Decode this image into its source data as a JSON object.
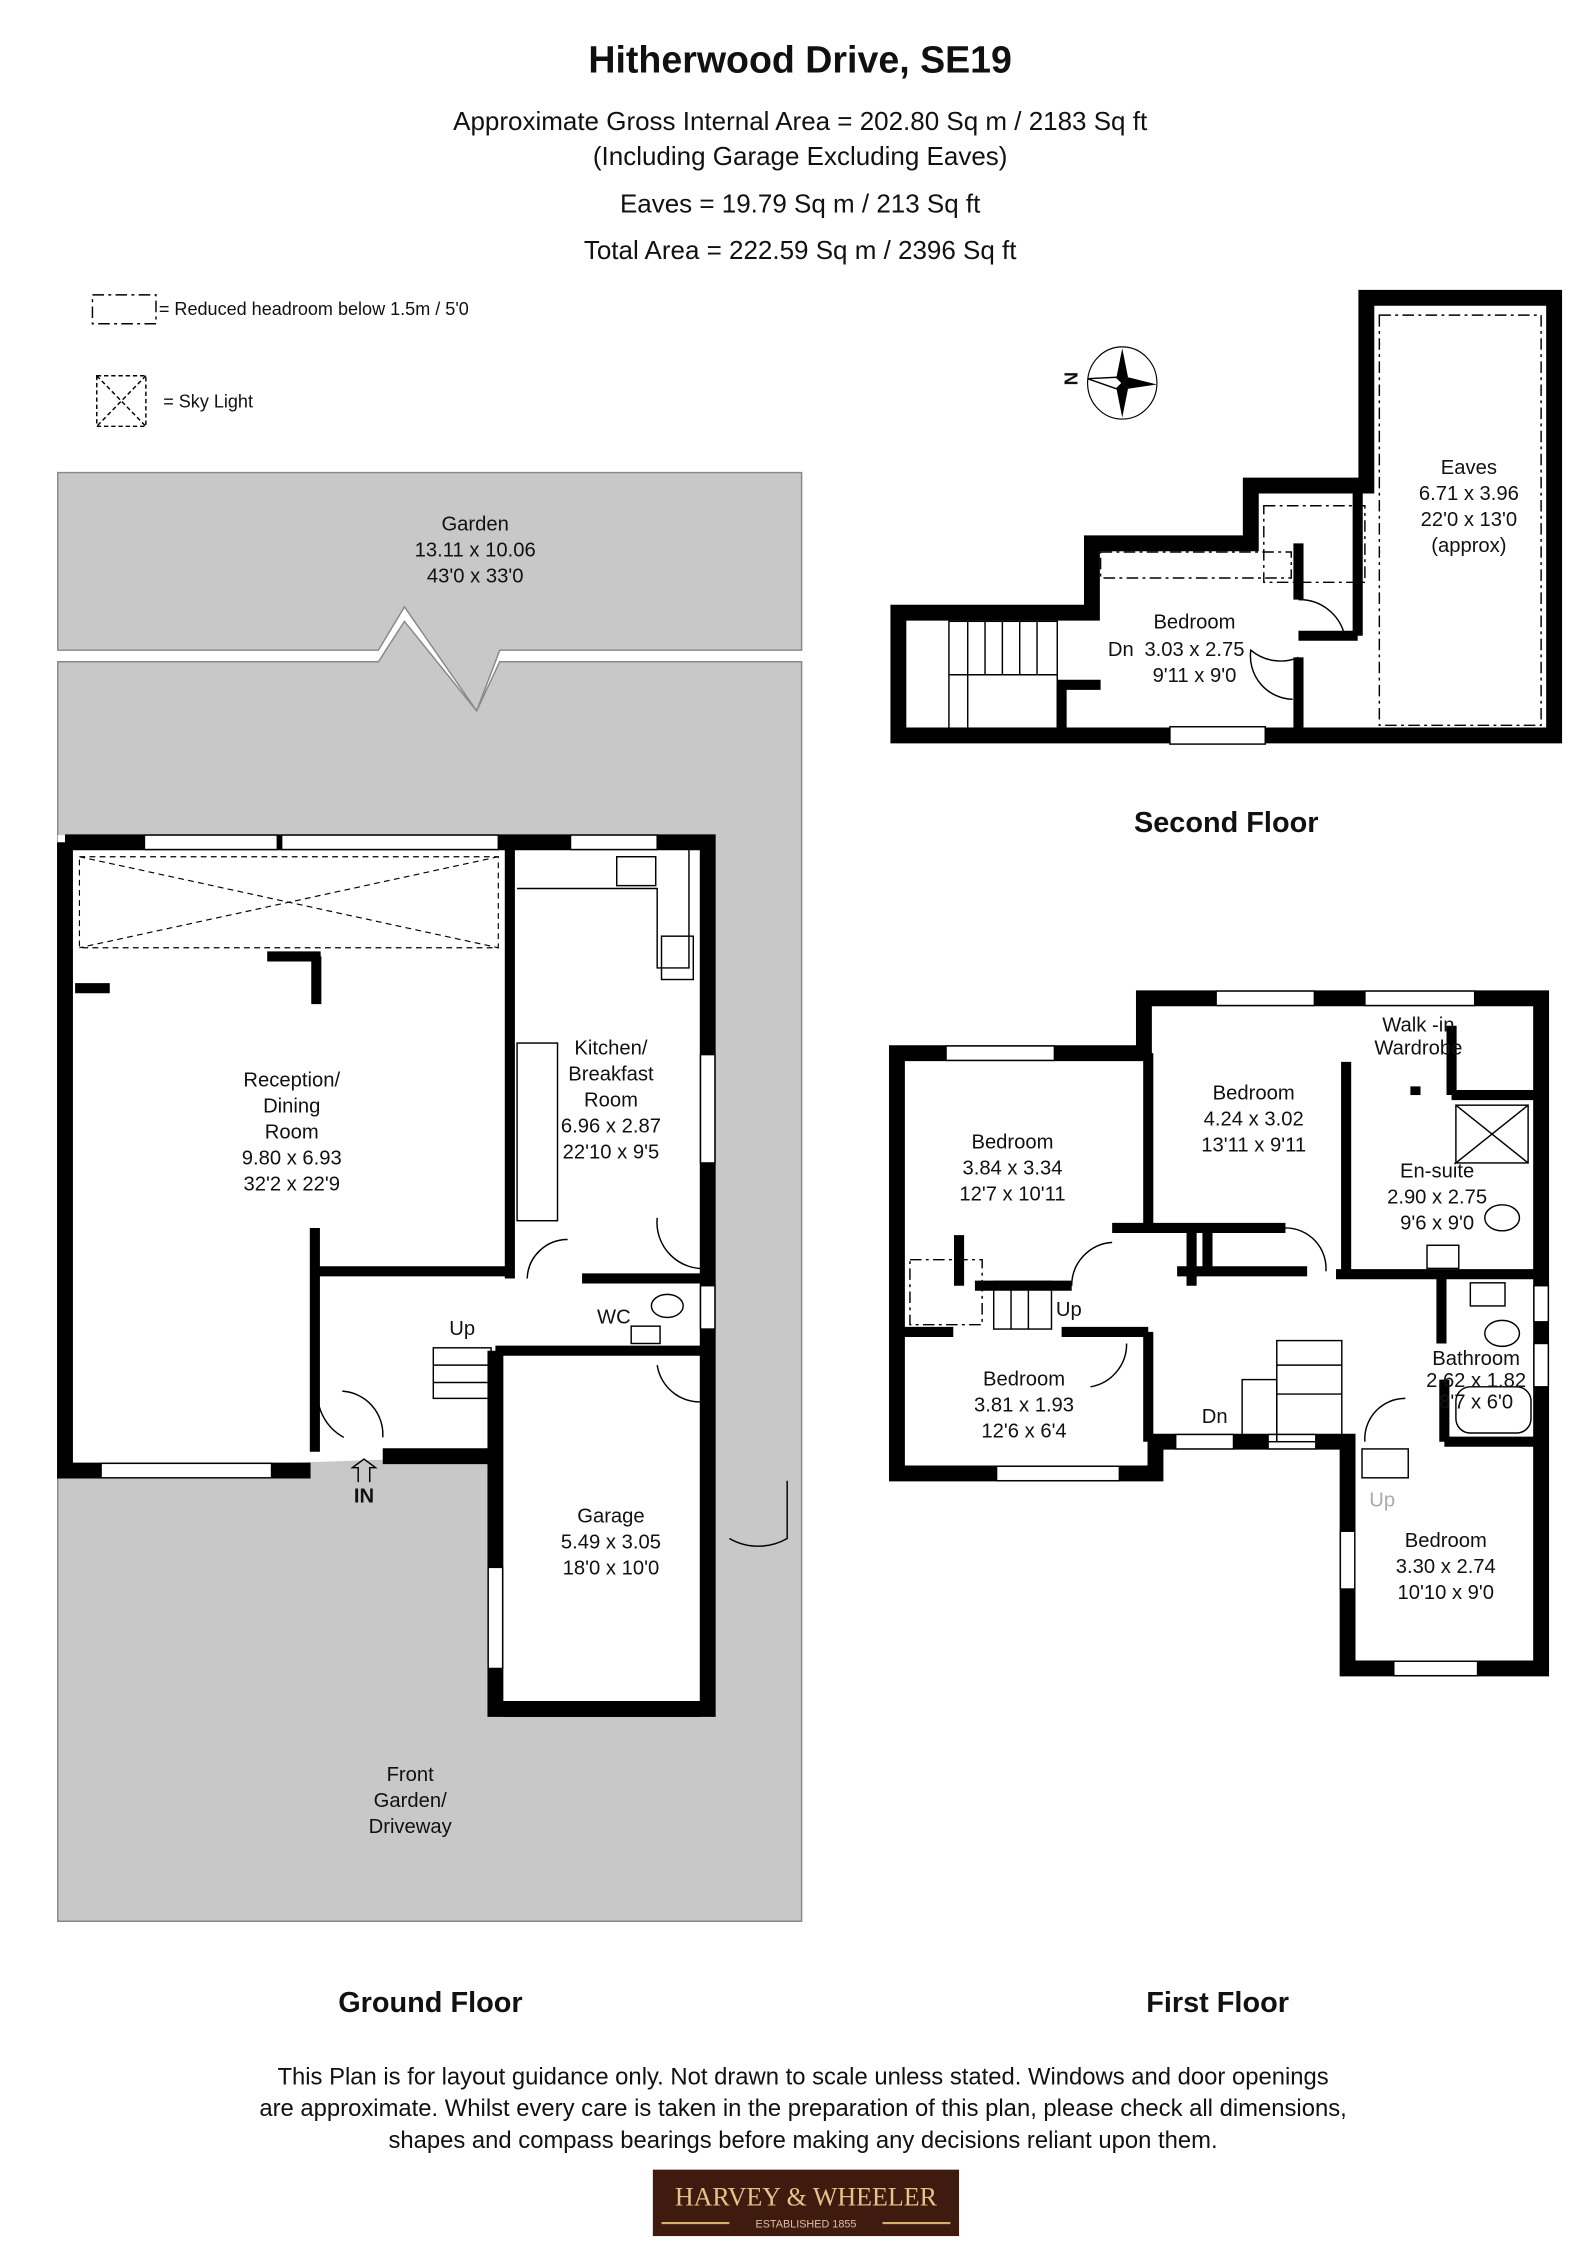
{
  "header": {
    "title": "Hitherwood Drive, SE19",
    "gross_area": "Approximate Gross Internal Area = 202.80 Sq m / 2183 Sq ft",
    "gross_note": "(Including Garage Excluding Eaves)",
    "eaves_area": "Eaves = 19.79 Sq m / 213 Sq ft",
    "total_area": "Total Area = 222.59 Sq m / 2396 Sq ft"
  },
  "legend": {
    "reduced_headroom": "= Reduced headroom below 1.5m / 5'0",
    "sky_light": "= Sky Light"
  },
  "compass": {
    "label": "N"
  },
  "ground_floor": {
    "label": "Ground Floor",
    "garden": [
      "Garden",
      "13.11 x 10.06",
      "43'0 x 33'0"
    ],
    "reception": [
      "Reception/",
      "Dining",
      "Room",
      "9.80 x 6.93",
      "32'2 x 22'9"
    ],
    "kitchen": [
      "Kitchen/",
      "Breakfast",
      "Room",
      "6.96 x 2.87",
      "22'10 x 9'5"
    ],
    "up": "Up",
    "wc": "WC",
    "in": "IN",
    "garage": [
      "Garage",
      "5.49 x 3.05",
      "18'0 x 10'0"
    ],
    "front": [
      "Front",
      "Garden/",
      "Driveway"
    ]
  },
  "second_floor": {
    "label": "Second Floor",
    "bedroom": [
      "Bedroom",
      "3.03 x 2.75",
      "9'11 x 9'0"
    ],
    "dn": "Dn",
    "eaves": [
      "Eaves",
      "6.71 x 3.96",
      "22'0 x 13'0",
      "(approx)"
    ]
  },
  "first_floor": {
    "label": "First Floor",
    "bedroom_a": [
      "Bedroom",
      "3.84 x 3.34",
      "12'7 x 10'11"
    ],
    "bedroom_b": [
      "Bedroom",
      "4.24 x 3.02",
      "13'11 x 9'11"
    ],
    "wardrobe": [
      "Walk -in",
      "Wardrobe"
    ],
    "ensuite": [
      "En-suite",
      "2.90 x 2.75",
      "9'6 x 9'0"
    ],
    "up": "Up",
    "bedroom_c": [
      "Bedroom",
      "3.81 x 1.93",
      "12'6 x 6'4"
    ],
    "dn": "Dn",
    "bathroom": [
      "Bathroom",
      "2.62 x 1.82",
      "8'7 x 6'0"
    ],
    "bedroom_d": [
      "Bedroom",
      "3.30 x 2.74",
      "10'10 x 9'0"
    ],
    "up_lower": "Up"
  },
  "disclaimer": [
    "This Plan is for layout guidance only. Not drawn to scale unless stated. Windows and door openings",
    "are approximate. Whilst every care is taken in the preparation of this plan, please check all dimensions,",
    "shapes and compass bearings before making any decisions reliant upon them."
  ],
  "logo": {
    "name": "HARVEY & WHEELER",
    "tagline": "ESTABLISHED 1855",
    "bg": "#3f1a0e",
    "gold": "#e0c48a"
  },
  "colors": {
    "garden": "#c8c8c8",
    "walls": "#000000"
  }
}
